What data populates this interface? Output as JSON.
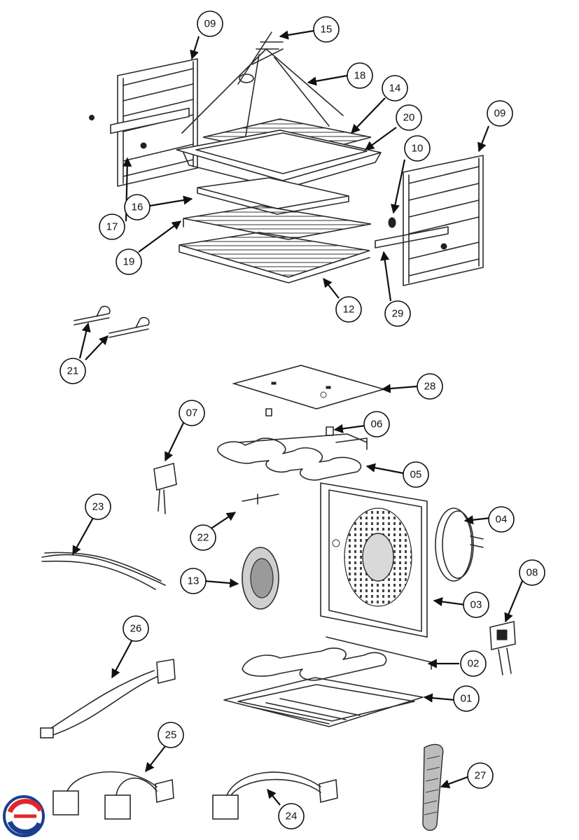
{
  "diagram": {
    "callouts": [
      {
        "id": "c09a",
        "label": "09"
      },
      {
        "id": "c15",
        "label": "15"
      },
      {
        "id": "c18",
        "label": "18"
      },
      {
        "id": "c14",
        "label": "14"
      },
      {
        "id": "c20",
        "label": "20"
      },
      {
        "id": "c09b",
        "label": "09"
      },
      {
        "id": "c10",
        "label": "10"
      },
      {
        "id": "c16",
        "label": "16"
      },
      {
        "id": "c17",
        "label": "17"
      },
      {
        "id": "c19",
        "label": "19"
      },
      {
        "id": "c12",
        "label": "12"
      },
      {
        "id": "c29",
        "label": "29"
      },
      {
        "id": "c21",
        "label": "21"
      },
      {
        "id": "c28",
        "label": "28"
      },
      {
        "id": "c07",
        "label": "07"
      },
      {
        "id": "c06",
        "label": "06"
      },
      {
        "id": "c05",
        "label": "05"
      },
      {
        "id": "c23",
        "label": "23"
      },
      {
        "id": "c04",
        "label": "04"
      },
      {
        "id": "c22",
        "label": "22"
      },
      {
        "id": "c08",
        "label": "08"
      },
      {
        "id": "c13",
        "label": "13"
      },
      {
        "id": "c03",
        "label": "03"
      },
      {
        "id": "c26",
        "label": "26"
      },
      {
        "id": "c02",
        "label": "02"
      },
      {
        "id": "c01",
        "label": "01"
      },
      {
        "id": "c25",
        "label": "25"
      },
      {
        "id": "c27",
        "label": "27"
      },
      {
        "id": "c24",
        "label": "24"
      }
    ]
  },
  "logo": {
    "name": "brand-logo",
    "colors": [
      "#1b3f8f",
      "#e0262b"
    ]
  }
}
